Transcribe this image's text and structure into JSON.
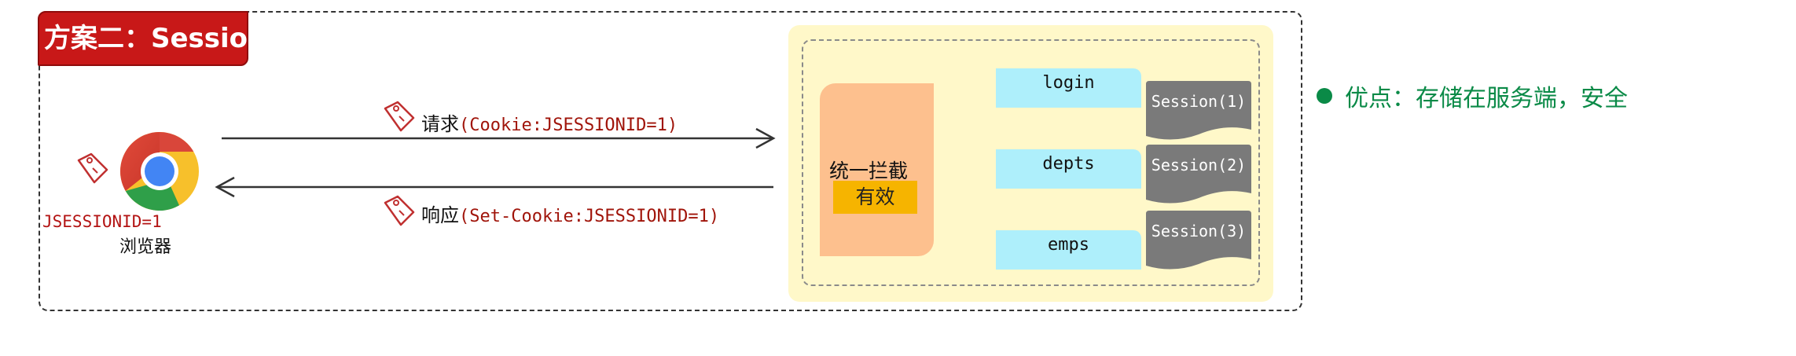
{
  "title": "方案二：Session",
  "browser": {
    "label": "浏览器",
    "cookie_value": "JSESSIONID=1",
    "icon": "chrome-browser-icon"
  },
  "request": {
    "label": "请求",
    "code": "(Cookie:JSESSIONID=1)",
    "icon": "tag-icon"
  },
  "response": {
    "label": "响应",
    "code": "(Set-Cookie:JSESSIONID=1)",
    "icon": "tag-icon"
  },
  "interceptor": {
    "label": "统一拦截",
    "badge": "有效"
  },
  "endpoints": [
    {
      "name": "login",
      "session": "Session(1)"
    },
    {
      "name": "depts",
      "session": "Session(2)"
    },
    {
      "name": "emps",
      "session": "Session(3)"
    }
  ],
  "advantage": "优点：存储在服务端，安全",
  "colors": {
    "title_badge": "#c81818",
    "panel": "#fff8c9",
    "interceptor": "#fdc08e",
    "valid_badge": "#f6b400",
    "endpoint": "#aeeffb",
    "session": "#7a7a7a",
    "fan_arrow": "#8dc152",
    "code_text": "#a0140a",
    "advantage_text": "#0a8a47"
  }
}
